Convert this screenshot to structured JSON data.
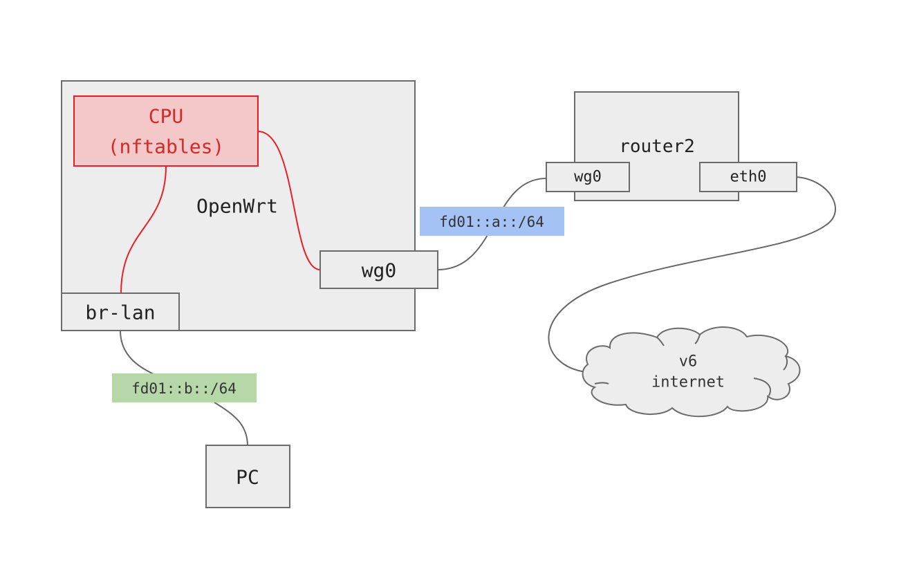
{
  "diagram": {
    "type": "network-topology",
    "nodes": {
      "openwrt": {
        "label": "OpenWrt"
      },
      "cpu": {
        "line1": "CPU",
        "line2": "(nftables)"
      },
      "openwrt_wg0": {
        "label": "wg0"
      },
      "br_lan": {
        "label": "br-lan"
      },
      "router2": {
        "label": "router2"
      },
      "router2_wg0": {
        "label": "wg0"
      },
      "router2_eth0": {
        "label": "eth0"
      },
      "pc": {
        "label": "PC"
      },
      "internet": {
        "line1": "v6",
        "line2": "internet"
      }
    },
    "subnets": {
      "a": {
        "label": "fd01::a::/64",
        "color": "#a4c2f4"
      },
      "b": {
        "label": "fd01::b::/64",
        "color": "#b6d7a8"
      }
    },
    "edges": [
      {
        "from": "cpu",
        "to": "br_lan",
        "color": "#ee1c24"
      },
      {
        "from": "cpu",
        "to": "openwrt_wg0",
        "color": "#ee1c24"
      },
      {
        "from": "openwrt_wg0",
        "to": "router2_wg0",
        "via": "fd01::a::/64",
        "color": "#666666"
      },
      {
        "from": "br_lan",
        "to": "pc",
        "via": "fd01::b::/64",
        "color": "#666666"
      },
      {
        "from": "router2_eth0",
        "to": "internet",
        "color": "#666666"
      }
    ],
    "colors": {
      "node_fill": "#ededed",
      "node_stroke": "#6b6b6b",
      "cpu_fill": "#f4c8c9",
      "cpu_stroke": "#ee1c24"
    }
  }
}
